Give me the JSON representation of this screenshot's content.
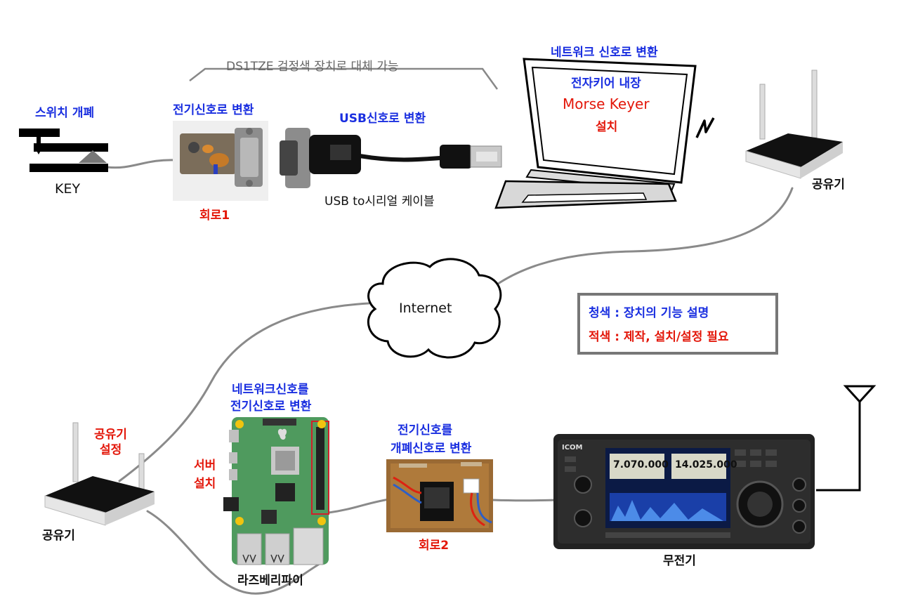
{
  "labels": {
    "bracket_note": "DS1TZE 검정색 장치로 대체 가능",
    "switch_note": "스위치 개폐",
    "key": "KEY",
    "elec_convert": "전기신호로 변환",
    "circuit1": "회로1",
    "usb_convert": "USB신호로 변환",
    "usb_cable": "USB to시리얼 케이블",
    "net_convert": "네트워크 신호로 변환",
    "keyer_builtin": "전자키어 내장",
    "morse_keyer": "Morse Keyer",
    "install": "설치",
    "router_top": "공유기",
    "internet": "Internet",
    "legend_blue": "청색 : 장치의 기능 설명",
    "legend_red": "적색 : 제작, 설치/설정 필요",
    "router_setting_1": "공유기",
    "router_setting_2": "설정",
    "router_bottom": "공유기",
    "rpi_func_1": "네트워크신호를",
    "rpi_func_2": "전기신호로 변환",
    "server_1": "서버",
    "server_2": "설치",
    "raspberry_pi": "라즈베리파이",
    "circuit2_func_1": "전기신호를",
    "circuit2_func_2": "개폐신호로 변환",
    "circuit2": "회로2",
    "radio": "무전기",
    "radio_freq_a": "7.070.000",
    "radio_freq_b": "14.025.000",
    "radio_brand": "ICOM"
  },
  "colors": {
    "function_text": "#1a2fe0",
    "action_text": "#e3170a",
    "cable": "#8a8a8a",
    "pcb_green": "#4f9a5e",
    "radio_body": "#222222",
    "radio_screen": "#0b1a45"
  },
  "icons": [
    "telegraph-key-icon",
    "db9-adapter-icon",
    "usb-serial-cable-icon",
    "pc-monitor-icon",
    "wireless-icon",
    "router-icon",
    "cloud-icon",
    "raspberry-pi-icon",
    "perfboard-circuit-icon",
    "transceiver-icon",
    "antenna-icon"
  ]
}
